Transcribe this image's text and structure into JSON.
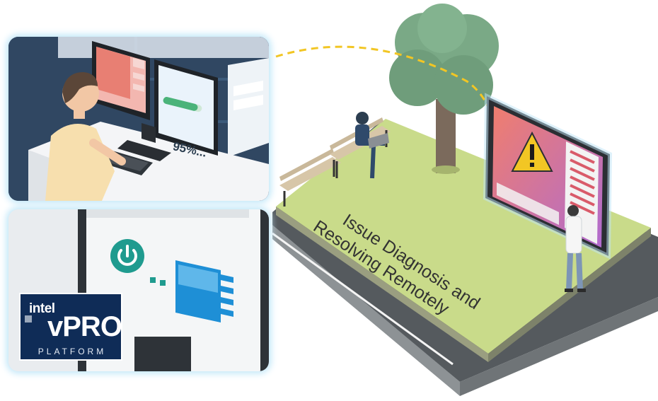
{
  "progress": {
    "label": "95%...",
    "value_percent": 95
  },
  "caption": {
    "line1": "Issue Diagnosis and",
    "line2": "Resolving Remotely"
  },
  "badge": {
    "brand": "intel",
    "product": "vPRO",
    "tagline": "PLATFORM"
  },
  "colors": {
    "grass": "#c9db8a",
    "road": "#5a5d60",
    "tree": "#7aa986",
    "alert": "#f2c624",
    "screen_gradient_start": "#f07e6e",
    "screen_gradient_end": "#b06bcf",
    "panel_glow": "#bfe6f8",
    "badge_bg": "#0f2c57",
    "accent_blue": "#1e8fd6",
    "power_teal": "#1f9b8f"
  },
  "icons": [
    "warning-icon",
    "power-icon",
    "intel-square-icon"
  ]
}
